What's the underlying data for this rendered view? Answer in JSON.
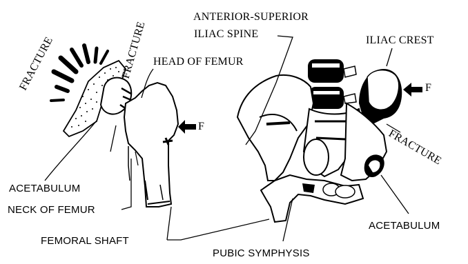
{
  "labels": {
    "fracture_left_1": "FRACTURE",
    "fracture_left_2": "FRACTURE",
    "head_of_femur": "HEAD OF FEMUR",
    "force_left": "F",
    "acetabulum_left": "ACETABULUM",
    "neck_of_femur": "NECK OF FEMUR",
    "femoral_shaft": "FEMORAL SHAFT",
    "anterior_superior": "ANTERIOR-SUPERIOR",
    "iliac_spine": "ILIAC SPINE",
    "iliac_crest": "ILIAC CREST",
    "force_right": "F",
    "fracture_right": "FRACTURE",
    "acetabulum_right": "ACETABULUM",
    "pubic_symphysis": "PUBIC SYMPHYSIS"
  }
}
